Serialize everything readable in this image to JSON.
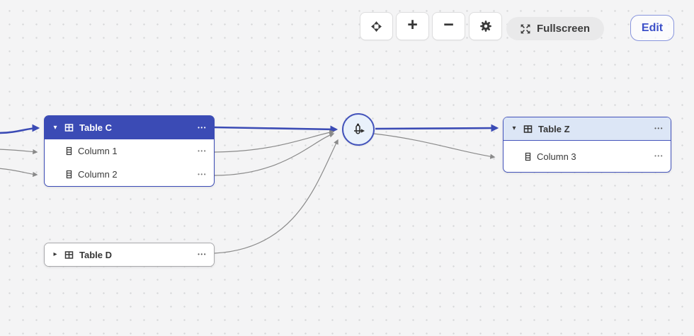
{
  "toolbar": {
    "zoom_in_label": "+",
    "zoom_out_label": "−",
    "fullscreen_label": "Fullscreen",
    "edit_label": "Edit"
  },
  "icons": {
    "ellipsis": "•••",
    "caret_down": "▾",
    "caret_right": "▸"
  },
  "nodes": {
    "table_c": {
      "title": "Table C",
      "columns": [
        "Column 1",
        "Column 2"
      ]
    },
    "table_d": {
      "title": "Table D"
    },
    "table_z": {
      "title": "Table Z",
      "columns": [
        "Column 3"
      ]
    }
  },
  "colors": {
    "accent_blue": "#3b4bb5",
    "table_z_header": "#dce6f6",
    "edge_gray": "#8a8a8a",
    "edit_blue": "#3c50c8",
    "canvas_bg": "#f4f4f5"
  }
}
